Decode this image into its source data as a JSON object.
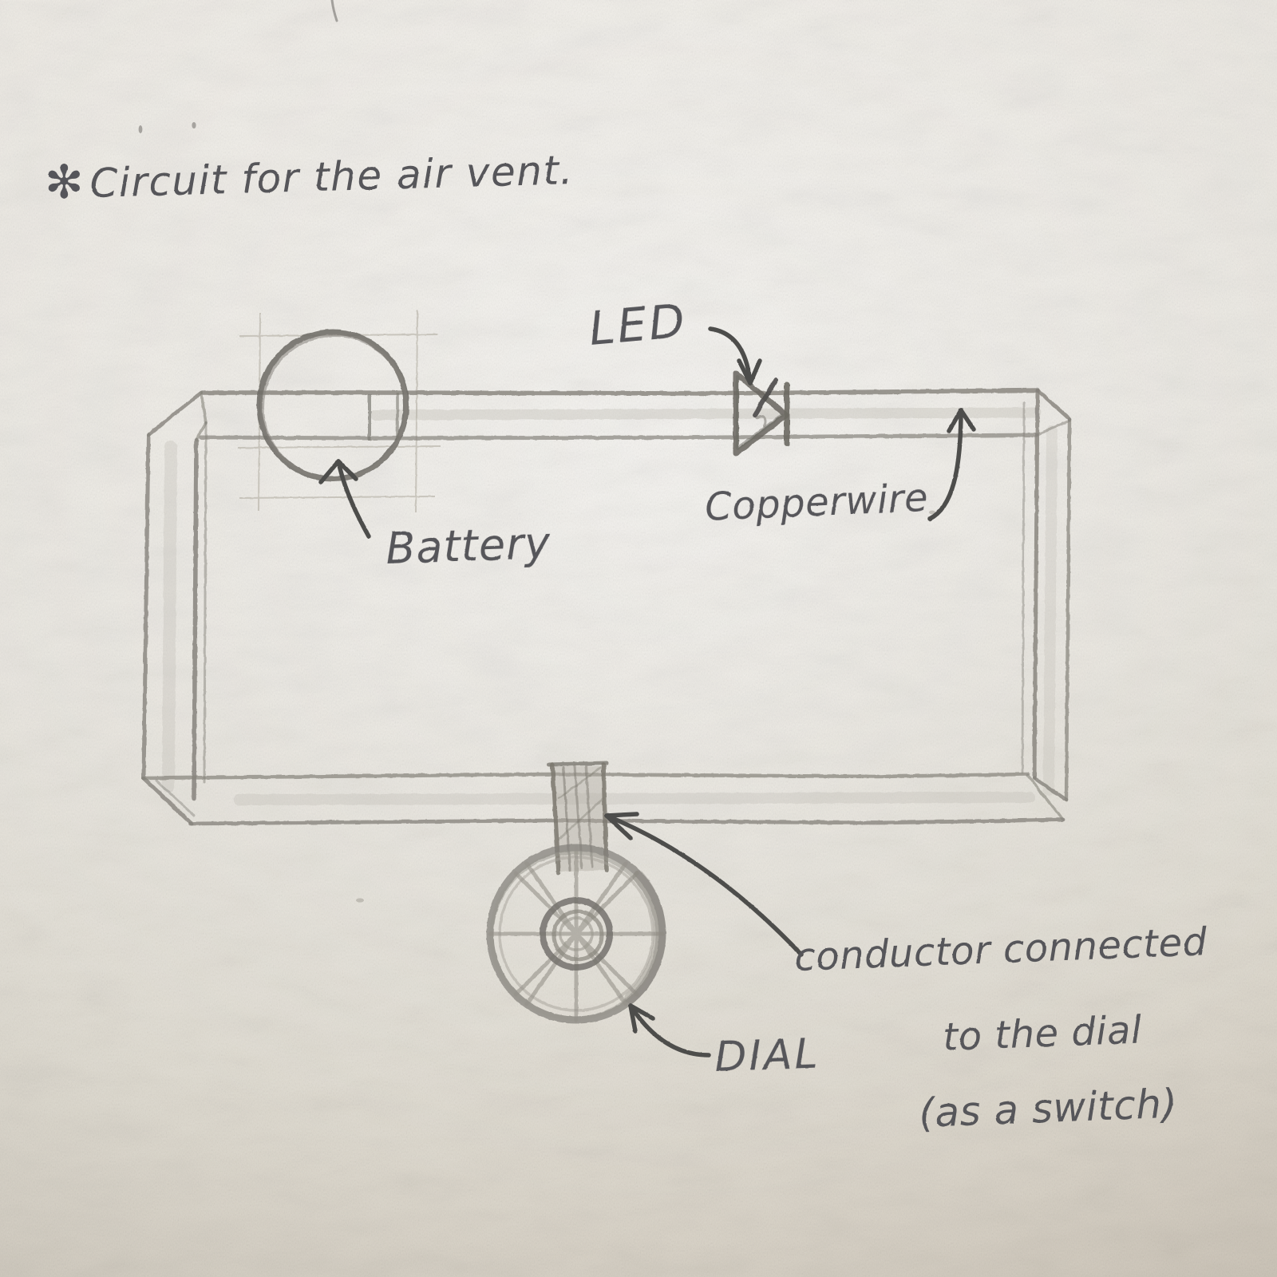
{
  "page": {
    "kind": "hand-drawn pencil sketch on off-white paper",
    "title_line": "✻ Circuit for the air vent.",
    "title_bullet": "✻",
    "title_text": "Circuit for the air vent.",
    "paper_color": "#eae7e0",
    "pencil_color": "#6b6a66",
    "pen_color": "#4a4a4c",
    "faint_pencil_color": "#b9b5ab"
  },
  "labels": {
    "led": "LED",
    "battery": "Battery",
    "copperwire": "Copperwire",
    "dial": "DIAL",
    "conductor_line1": "conductor connected",
    "conductor_line2": "to the dial",
    "conductor_line3": "(as a switch)"
  },
  "diagram": {
    "description": "Rectangular closed loop of copper wire drawn in light perspective as a flat ribbon. A coin-cell battery sits on the top-left run, an LED diode symbol sits on the top-right run, and a bladed dial (fan wheel) hangs below the bottom run, joined to it by a shaded conductor strip acting as a switch.",
    "components": [
      {
        "name": "battery",
        "type": "coin-cell circle",
        "position": "top-left run of the loop"
      },
      {
        "name": "led",
        "type": "diode triangle with bar",
        "position": "top-right run of the loop"
      },
      {
        "name": "copperwire",
        "type": "rectangular ribbon loop",
        "position": "outer frame"
      },
      {
        "name": "dial",
        "type": "bladed wheel / fan",
        "position": "below bottom run, centre"
      },
      {
        "name": "conductor",
        "type": "hatched vertical strip",
        "position": "between bottom run and dial hub"
      }
    ],
    "annotation_arrows": [
      {
        "from": "Battery",
        "to": "battery circle",
        "shape": "curve up-left"
      },
      {
        "from": "LED",
        "to": "diode symbol",
        "shape": "curve down-right"
      },
      {
        "from": "Copperwire",
        "to": "lower wire of top run",
        "shape": "curve up"
      },
      {
        "from": "DIAL",
        "to": "dial wheel rim",
        "shape": "curve up-left"
      },
      {
        "from": "conductor connected to the dial (as a switch)",
        "to": "conductor strip",
        "shape": "long sweeping curve to the left"
      }
    ]
  }
}
